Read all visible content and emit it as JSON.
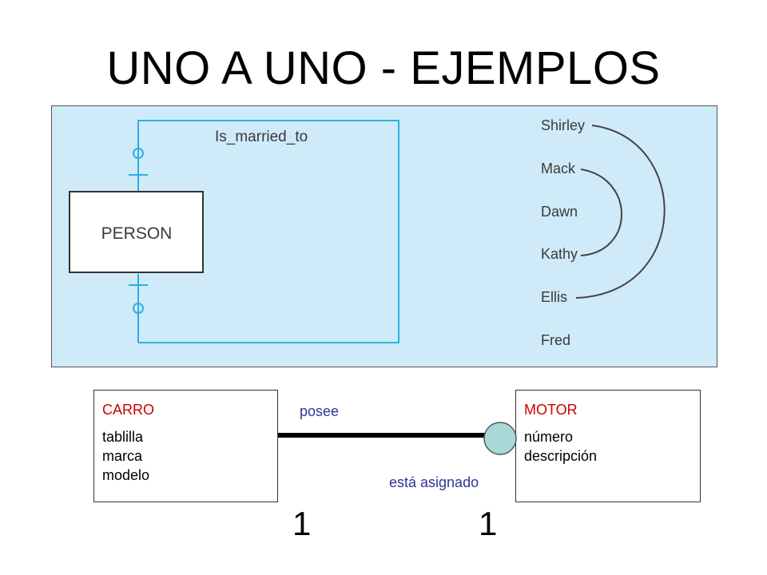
{
  "title": "UNO A UNO - EJEMPLOS",
  "figure": {
    "entity": "PERSON",
    "relationship": "Is_married_to",
    "people": [
      "Shirley",
      "Mack",
      "Dawn",
      "Kathy",
      "Ellis",
      "Fred"
    ],
    "pairs": [
      [
        "Shirley",
        "Ellis"
      ],
      [
        "Mack",
        "Kathy"
      ]
    ],
    "colors": {
      "background": "#cfeaf8",
      "line": "#2bb0e0"
    }
  },
  "example": {
    "left": {
      "name": "CARRO",
      "attributes": [
        "tablilla",
        "marca",
        "modelo"
      ]
    },
    "right": {
      "name": "MOTOR",
      "attributes": [
        "número",
        "descripción"
      ]
    },
    "relation_top": "posee",
    "relation_bottom": "está asignado",
    "cardinality_left": "1",
    "cardinality_right": "1",
    "colors": {
      "entity_name": "#cc0000",
      "relation_label": "#333399",
      "connector_circle": "#a9d8d8"
    }
  }
}
